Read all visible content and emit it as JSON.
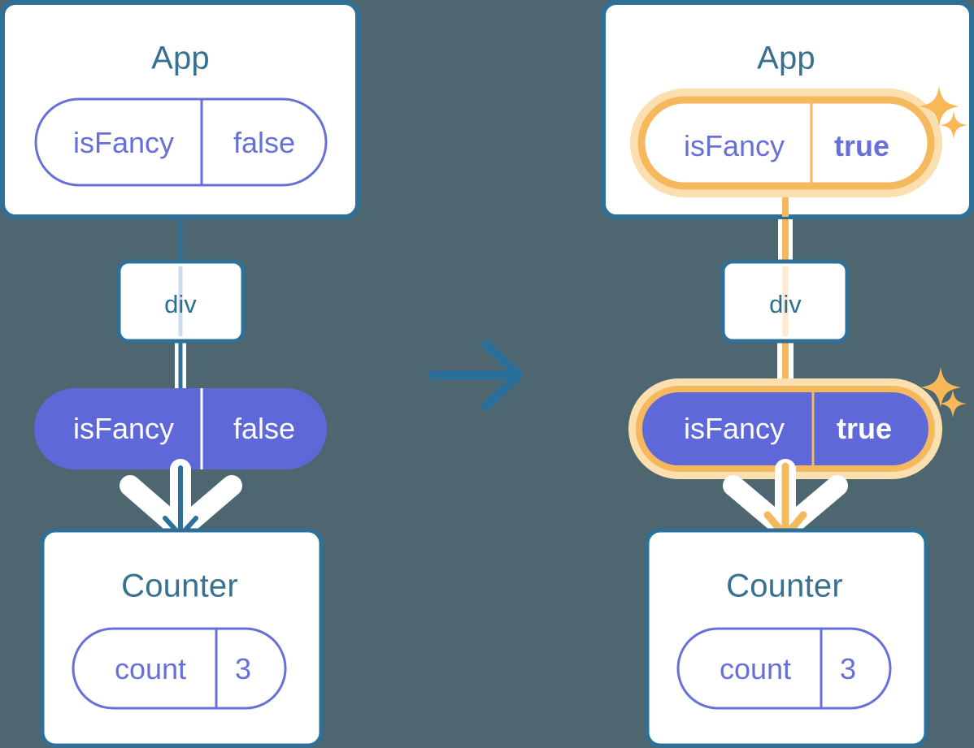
{
  "diagram": {
    "type": "react-state-propagation",
    "background_color": "#4d6670",
    "colors": {
      "box_border_blue": "#2f7099",
      "title_blue": "#37718f",
      "pill_purple": "#5f68d8",
      "pill_outline_purple": "#6770d8",
      "highlight_orange": "#f6b85c",
      "highlight_orange_glow": "#fbdfae",
      "arrow_halo_white": "#ffffff",
      "box_fill_white": "#ffffff"
    },
    "transition_arrow": {
      "icon": "arrow-right-icon",
      "color": "#2f7099",
      "direction": "right"
    },
    "panels": [
      {
        "id": "before",
        "highlighted": false,
        "app": {
          "title": "App",
          "state": {
            "key": "isFancy",
            "value": "false",
            "bold_value": false,
            "style": "outline"
          }
        },
        "div": {
          "label": "div"
        },
        "prop": {
          "key": "isFancy",
          "value": "false",
          "bold_value": false,
          "style": "filled"
        },
        "counter": {
          "title": "Counter",
          "state": {
            "key": "count",
            "value": "3",
            "style": "outline"
          }
        },
        "sparkles": false
      },
      {
        "id": "after",
        "highlighted": true,
        "app": {
          "title": "App",
          "state": {
            "key": "isFancy",
            "value": "true",
            "bold_value": true,
            "style": "outline"
          }
        },
        "div": {
          "label": "div"
        },
        "prop": {
          "key": "isFancy",
          "value": "true",
          "bold_value": true,
          "style": "filled"
        },
        "counter": {
          "title": "Counter",
          "state": {
            "key": "count",
            "value": "3",
            "style": "outline"
          }
        },
        "sparkles": true,
        "sparkle_count": 2
      }
    ]
  }
}
